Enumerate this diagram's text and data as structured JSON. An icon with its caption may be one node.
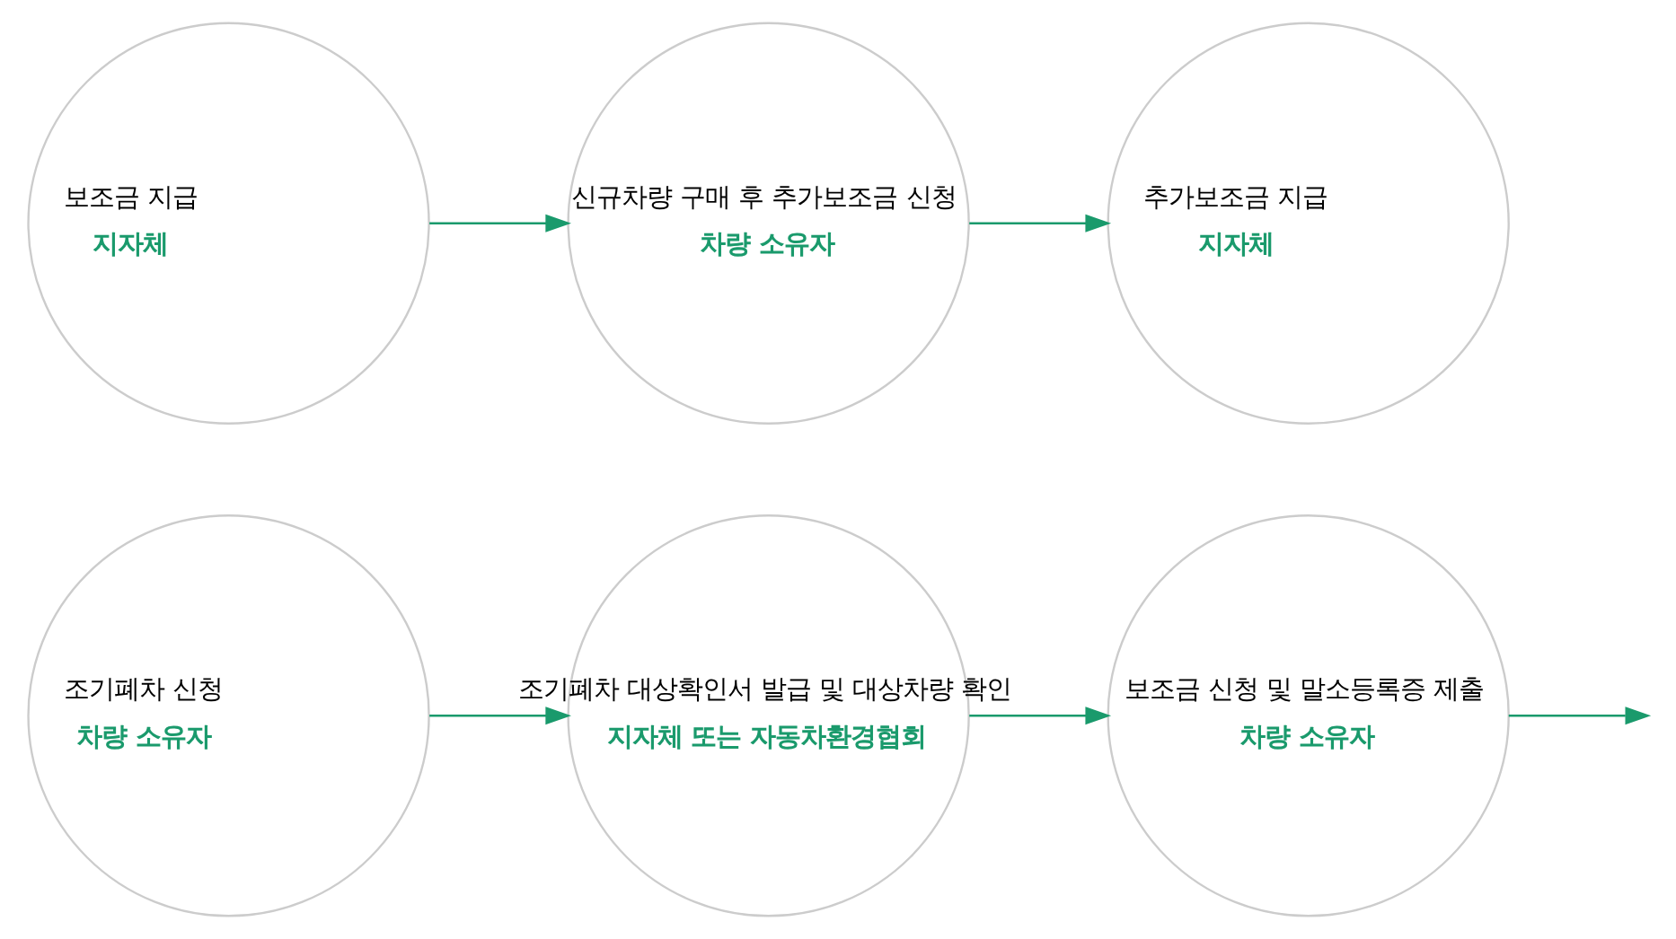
{
  "diagram": {
    "nodes": [
      {
        "text": [
          "조기폐차 신청",
          "차량 소유자"
        ]
      },
      {
        "text": [
          "조기폐차 대상확인서 발급 및 대상차량 확인",
          "지자체 또는 자동차환경협회"
        ]
      },
      {
        "text": [
          "보조금 신청 및 말소등록증 제출",
          "차량 소유자"
        ]
      },
      {
        "text": [
          "보조금 지급",
          "지자체"
        ]
      },
      {
        "text": [
          "신규차량 구매 후 추가보조금 신청",
          "차량 소유자"
        ]
      },
      {
        "text": [
          "추가보조금 지급",
          "지자체"
        ]
      }
    ],
    "edges": [
      {
        "from": 0,
        "to": 1,
        "arrow": "to"
      },
      {
        "from": 1,
        "to": 2,
        "arrow": "to"
      },
      {
        "from": 2,
        "to": null,
        "arrow": "to"
      },
      {
        "from": 3,
        "to": 4,
        "arrow": "to"
      },
      {
        "from": 4,
        "to": 5,
        "arrow": "to"
      }
    ]
  }
}
